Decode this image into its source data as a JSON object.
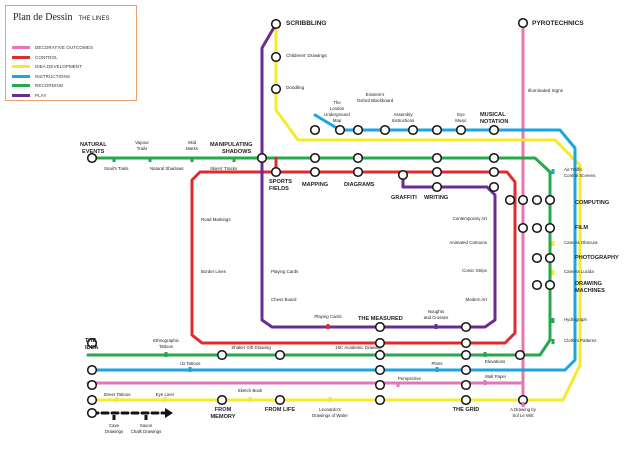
{
  "legend": {
    "title": "Plan de Dessin",
    "subtitle": "THE LINES",
    "items": [
      {
        "label": "DECORATIVE OUTCOMES",
        "color": "#e377b1"
      },
      {
        "label": "CONTROL",
        "color": "#e02b2b"
      },
      {
        "label": "IDEA DEVELOPMENT",
        "color": "#f6ea2b"
      },
      {
        "label": "INSTRUCTIONS",
        "color": "#1aa6e0"
      },
      {
        "label": "RECORDING",
        "color": "#27a84a"
      },
      {
        "label": "PLAY",
        "color": "#6a2c91"
      }
    ]
  },
  "colors": {
    "pink": "#e377b1",
    "red": "#e02b2b",
    "yellow": "#f6ea2b",
    "blue": "#1aa6e0",
    "green": "#27a84a",
    "purple": "#6a2c91",
    "black": "#111111"
  },
  "stations": {
    "scribbling": "SCRIBBLING",
    "pyrotechnics": "PYROTECHNICS",
    "childrens_drawings": "Childrens' Drawings",
    "doodling": "Doodling",
    "illuminated_signs": "Illuminated Signs",
    "london_map_1": "The",
    "london_map_2": "London",
    "london_map_3": "Underground",
    "london_map_4": "Map",
    "einstein_1": "Einstein's",
    "einstein_2": "Oxford Blackboard",
    "assembly_1": "Assembly",
    "assembly_2": "Instructions",
    "eye_music_1": "Eye",
    "eye_music_2": "Music",
    "musical_1": "MUSICAL",
    "musical_2": "NOTATION",
    "natural_1": "NATURAL",
    "natural_2": "EVENTS",
    "vapour_1": "Vapour",
    "vapour_2": "Trails",
    "skid_1": "Skid",
    "skid_2": "Marks",
    "manip_1": "MANIPULATING",
    "manip_2": "SHADOWS",
    "snails": "Snail's Trails",
    "natural_shadows": "Natural Shadows",
    "skiers": "Skiers' Tracks",
    "sports_1": "SPORTS",
    "sports_2": "FIELDS",
    "mapping": "MAPPING",
    "diagrams": "DIAGRAMS",
    "graffiti": "GRAFFITI",
    "writing": "WRITING",
    "air_1": "Air Traffic",
    "air_2": "Control Screens",
    "computing": "COMPUTING",
    "film": "FILM",
    "camera_obscura": "Camera Obscura",
    "photography": "PHOTOGRAPHY",
    "camera_lucida": "Camera Lucida",
    "drawing_mach_1": "DRAWING",
    "drawing_mach_2": "MACHINES",
    "hydrograph": "Hydrograph",
    "clothes_patterns": "Clothes Patterns",
    "road_markings": "Road Markings",
    "border_lines": "Border Lines",
    "contemporary_art": "Contemporary Art",
    "animated_cartoons": "Animated Cartoons",
    "comic_strips": "Comic Strips",
    "modern_art": "Modern Art",
    "playing_cards_1": "Playing Cards",
    "chess_board": "Chess Board",
    "playing_cards_2": "Playing Cards",
    "the_measured": "THE MEASURED",
    "noughts_1": "Noughts",
    "noughts_2": "and Crosses",
    "the_idea_1": "THE",
    "the_idea_2": "IDEA",
    "ethno_1": "Ethnographic",
    "ethno_2": "Tattoos",
    "shaker": "Shaker Gift Drawing",
    "id_tattoos": "I.D.Tattoos",
    "fifteenth": "15C Academic Drawing",
    "plans": "Plans",
    "elevations": "Elevations",
    "perspective": "Perspective",
    "wallpaper": "Wall Paper",
    "street_tattoos": "Street Tattoos",
    "eye_liner": "Eye Liner",
    "sketch_book": "Sketch Book",
    "from_memory_1": "FROM",
    "from_memory_2": "MEMORY",
    "from_life": "FROM LIFE",
    "leonardo_1": "Leonardo's",
    "leonardo_2": "Drawings of Water",
    "the_grid": "THE GRID",
    "sol_1": "A Drawing by",
    "sol_2": "Sol Le Witt",
    "cave_1": "Cave",
    "cave_2": "Drawings",
    "saxon_1": "Saxon",
    "saxon_2": "Chalk Drawings"
  }
}
